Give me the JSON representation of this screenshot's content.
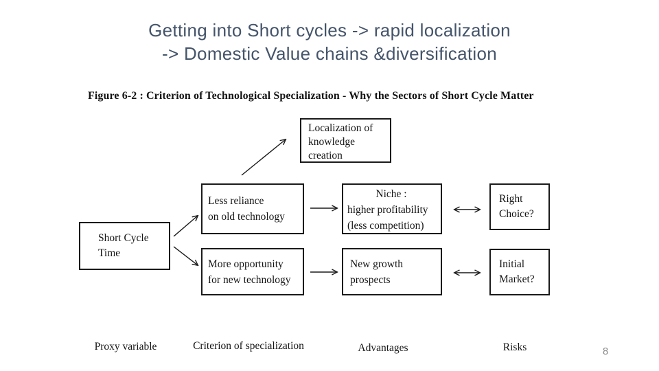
{
  "slide": {
    "title_line1": "Getting into Short cycles -> rapid localization",
    "title_line2": "-> Domestic Value chains &diversification",
    "title_color": "#44546A",
    "page_number": "8"
  },
  "figure": {
    "caption": "Figure 6-2 : Criterion of Technological Specialization - Why the Sectors of Short Cycle Matter",
    "ink_color": "#1a1a1a",
    "boxes": {
      "short_cycle_time": {
        "lines": [
          "Short Cycle",
          "Time"
        ]
      },
      "less_reliance": {
        "lines": [
          "Less reliance",
          "on old technology"
        ]
      },
      "more_opportunity": {
        "lines": [
          "More opportunity",
          "for new technology"
        ]
      },
      "localization": {
        "lines": [
          "Localization of",
          "knowledge",
          "creation"
        ]
      },
      "niche": {
        "lines": [
          "Niche :",
          "higher profitability",
          "(less competition)"
        ]
      },
      "new_growth": {
        "lines": [
          "New growth",
          "prospects"
        ]
      },
      "right_choice": {
        "lines": [
          "Right",
          "Choice?"
        ]
      },
      "initial_market": {
        "lines": [
          "Initial",
          "Market?"
        ]
      }
    },
    "column_labels": [
      "Proxy variable",
      "Criterion of specialization",
      "Advantages",
      "Risks"
    ]
  }
}
